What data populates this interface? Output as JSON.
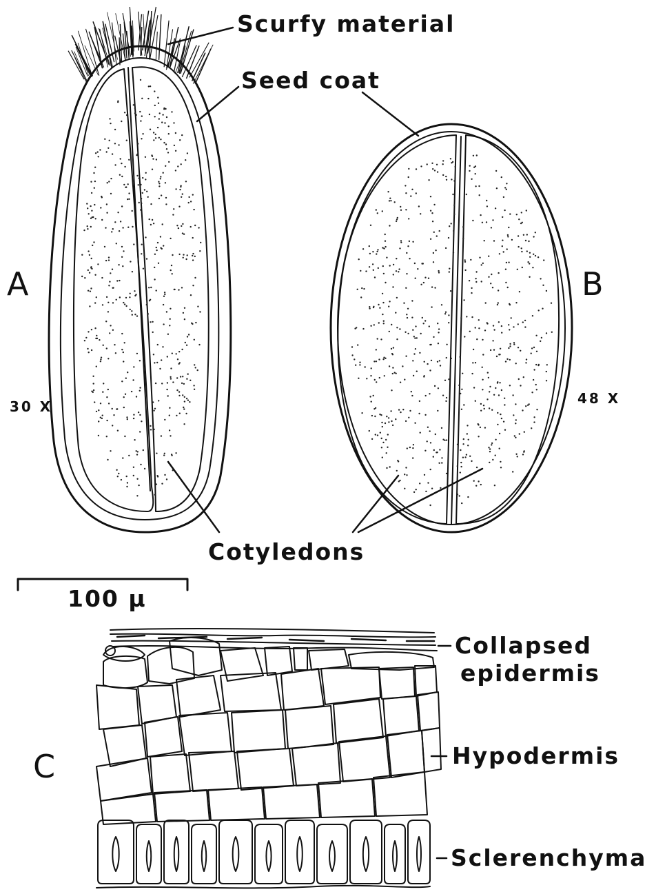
{
  "labels": {
    "scurfy_material": "Scurfy material",
    "seed_coat": "Seed coat",
    "cotyledons": "Cotyledons",
    "collapsed": "Collapsed",
    "epidermis": "epidermis",
    "hypodermis": "Hypodermis",
    "sclerenchyma": "Sclerenchyma",
    "panel_a": "A",
    "panel_b": "B",
    "panel_c": "C",
    "mag_a": "30 X",
    "mag_b": "48 X",
    "scale_bar": "100 μ"
  },
  "colors": {
    "ink": "#111111",
    "background": "#ffffff"
  }
}
